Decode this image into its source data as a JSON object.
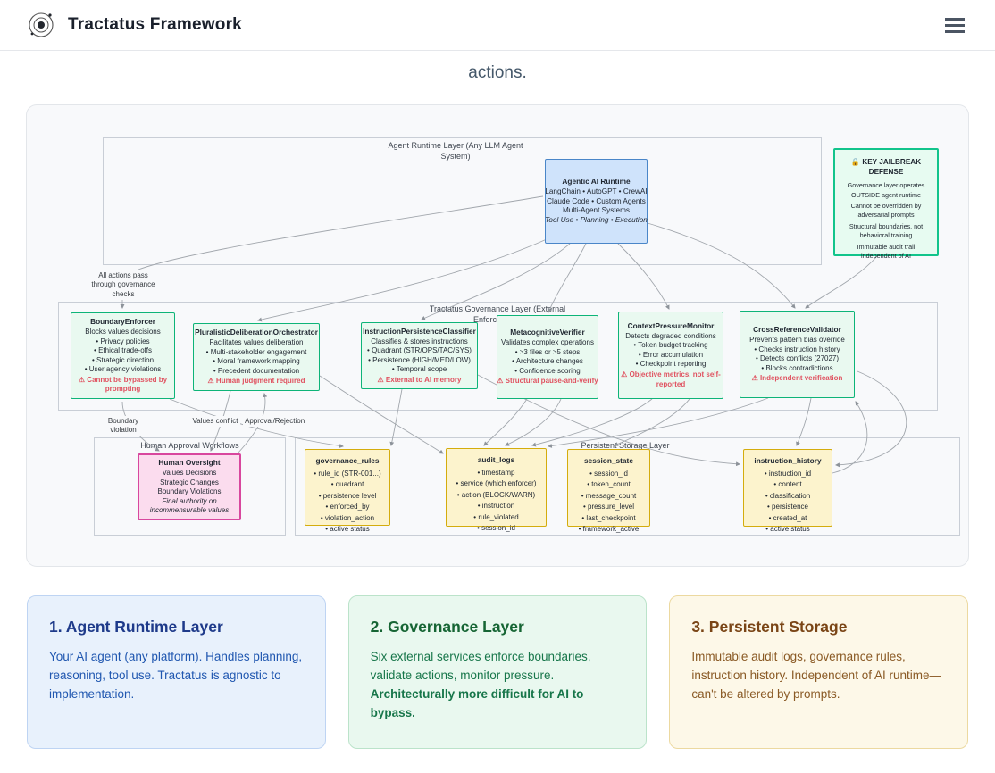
{
  "header": {
    "title": "Tractatus Framework"
  },
  "intro": {
    "partial_text": "actions."
  },
  "diagram": {
    "runtime_layer_label": "Agent Runtime Layer (Any LLM Agent System)",
    "runtime_node": {
      "title": "Agentic AI Runtime",
      "lines": [
        "LangChain • AutoGPT • CrewAI",
        "Claude Code • Custom Agents",
        "Multi-Agent Systems"
      ],
      "italic_line": "Tool Use • Planning • Execution"
    },
    "jailbreak_note": {
      "title": "🔒 KEY JAILBREAK DEFENSE",
      "lines": [
        "Governance layer operates OUTSIDE agent runtime",
        "Cannot be overridden by adversarial prompts",
        "Structural boundaries, not behavioral training",
        "Immutable audit trail independent of AI"
      ]
    },
    "edge_labels": {
      "all_actions": "All actions pass through governance checks",
      "boundary_violation": "Boundary violation",
      "values_conflict": "Values conflict",
      "approval_rejection": "Approval/Rejection"
    },
    "governance_layer_label": "Tractatus Governance Layer (External Enforcement)",
    "governance_services": [
      {
        "title": "BoundaryEnforcer",
        "lines": [
          "Blocks values decisions",
          "• Privacy policies",
          "• Ethical trade-offs",
          "• Strategic direction",
          "• User agency violations"
        ],
        "warning": "⚠ Cannot be bypassed by prompting"
      },
      {
        "title": "PluralisticDeliberationOrchestrator",
        "lines": [
          "Facilitates values deliberation",
          "• Multi-stakeholder engagement",
          "• Moral framework mapping",
          "• Precedent documentation"
        ],
        "warning": "⚠ Human judgment required"
      },
      {
        "title": "InstructionPersistenceClassifier",
        "lines": [
          "Classifies & stores instructions",
          "• Quadrant (STR/OPS/TAC/SYS)",
          "• Persistence (HIGH/MED/LOW)",
          "• Temporal scope"
        ],
        "warning": "⚠ External to AI memory"
      },
      {
        "title": "MetacognitiveVerifier",
        "lines": [
          "Validates complex operations",
          "• >3 files or >5 steps",
          "• Architecture changes",
          "• Confidence scoring"
        ],
        "warning": "⚠ Structural pause-and-verify"
      },
      {
        "title": "ContextPressureMonitor",
        "lines": [
          "Detects degraded conditions",
          "• Token budget tracking",
          "• Error accumulation",
          "• Checkpoint reporting"
        ],
        "warning": "⚠ Objective metrics, not self-reported"
      },
      {
        "title": "CrossReferenceValidator",
        "lines": [
          "Prevents pattern bias override",
          "• Checks instruction history",
          "• Detects conflicts (27027)",
          "• Blocks contradictions"
        ],
        "warning": "⚠ Independent verification"
      }
    ],
    "human_layer_label": "Human Approval Workflows",
    "human_node": {
      "title": "Human Oversight",
      "lines": [
        "Values Decisions",
        "Strategic Changes",
        "Boundary Violations"
      ],
      "italic_line": "Final authority on incommensurable values"
    },
    "storage_layer_label": "Persistent Storage Layer",
    "storage_tables": [
      {
        "title": "governance_rules",
        "fields": [
          "• rule_id (STR-001...)",
          "• quadrant",
          "• persistence level",
          "• enforced_by",
          "• violation_action",
          "• active status"
        ]
      },
      {
        "title": "audit_logs",
        "fields": [
          "• timestamp",
          "• service (which enforcer)",
          "• action (BLOCK/WARN)",
          "• instruction",
          "• rule_violated",
          "• session_id"
        ]
      },
      {
        "title": "session_state",
        "fields": [
          "• session_id",
          "• token_count",
          "• message_count",
          "• pressure_level",
          "• last_checkpoint",
          "• framework_active"
        ]
      },
      {
        "title": "instruction_history",
        "fields": [
          "• instruction_id",
          "• content",
          "• classification",
          "• persistence",
          "• created_at",
          "• active status"
        ]
      }
    ]
  },
  "cards": [
    {
      "title": "1. Agent Runtime Layer",
      "body": "Your AI agent (any platform). Handles planning, reasoning, tool use. Tractatus is agnostic to implementation.",
      "bold": ""
    },
    {
      "title": "2. Governance Layer",
      "body": "Six external services enforce boundaries, validate actions, monitor pressure. ",
      "bold": "Architecturally more difficult for AI to bypass."
    },
    {
      "title": "3. Persistent Storage",
      "body": "Immutable audit logs, governance rules, instruction history. Independent of AI runtime—can't be altered by prompts.",
      "bold": ""
    }
  ],
  "colors": {
    "runtime_blue_border": "#4a86c8",
    "runtime_blue_fill": "#cfe3fb",
    "governance_green_border": "#0db478",
    "governance_green_fill": "#e9f9f0",
    "storage_yellow_border": "#d4ac0d",
    "storage_yellow_fill": "#fcf3cd",
    "human_pink_border": "#d8479e",
    "human_pink_fill": "#fbdcee",
    "jailbreak_green_border": "#12c48b",
    "warning_red": "#e05260",
    "edge_gray": "#a2a7ad"
  }
}
